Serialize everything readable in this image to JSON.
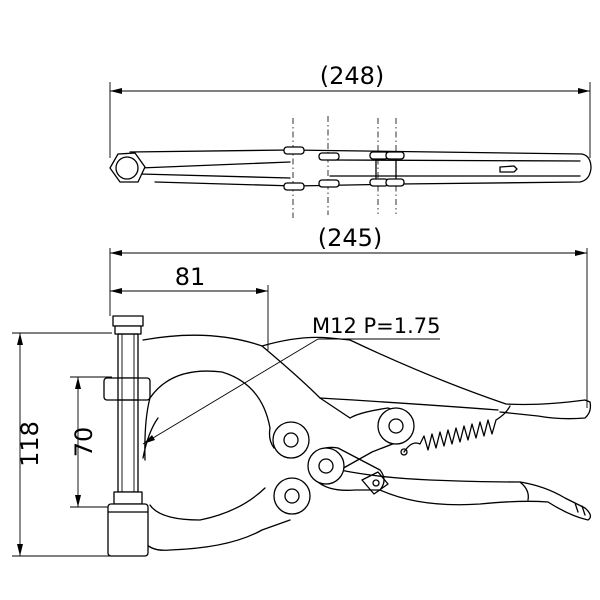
{
  "dimensions": {
    "top_length": "(248)",
    "side_length": "(245)",
    "throat_depth": "81",
    "total_height": "118",
    "spindle_travel": "70"
  },
  "thread_note": "M12 P=1.75",
  "icons": [
    "plier-clamp-top-view",
    "plier-clamp-side-view"
  ]
}
